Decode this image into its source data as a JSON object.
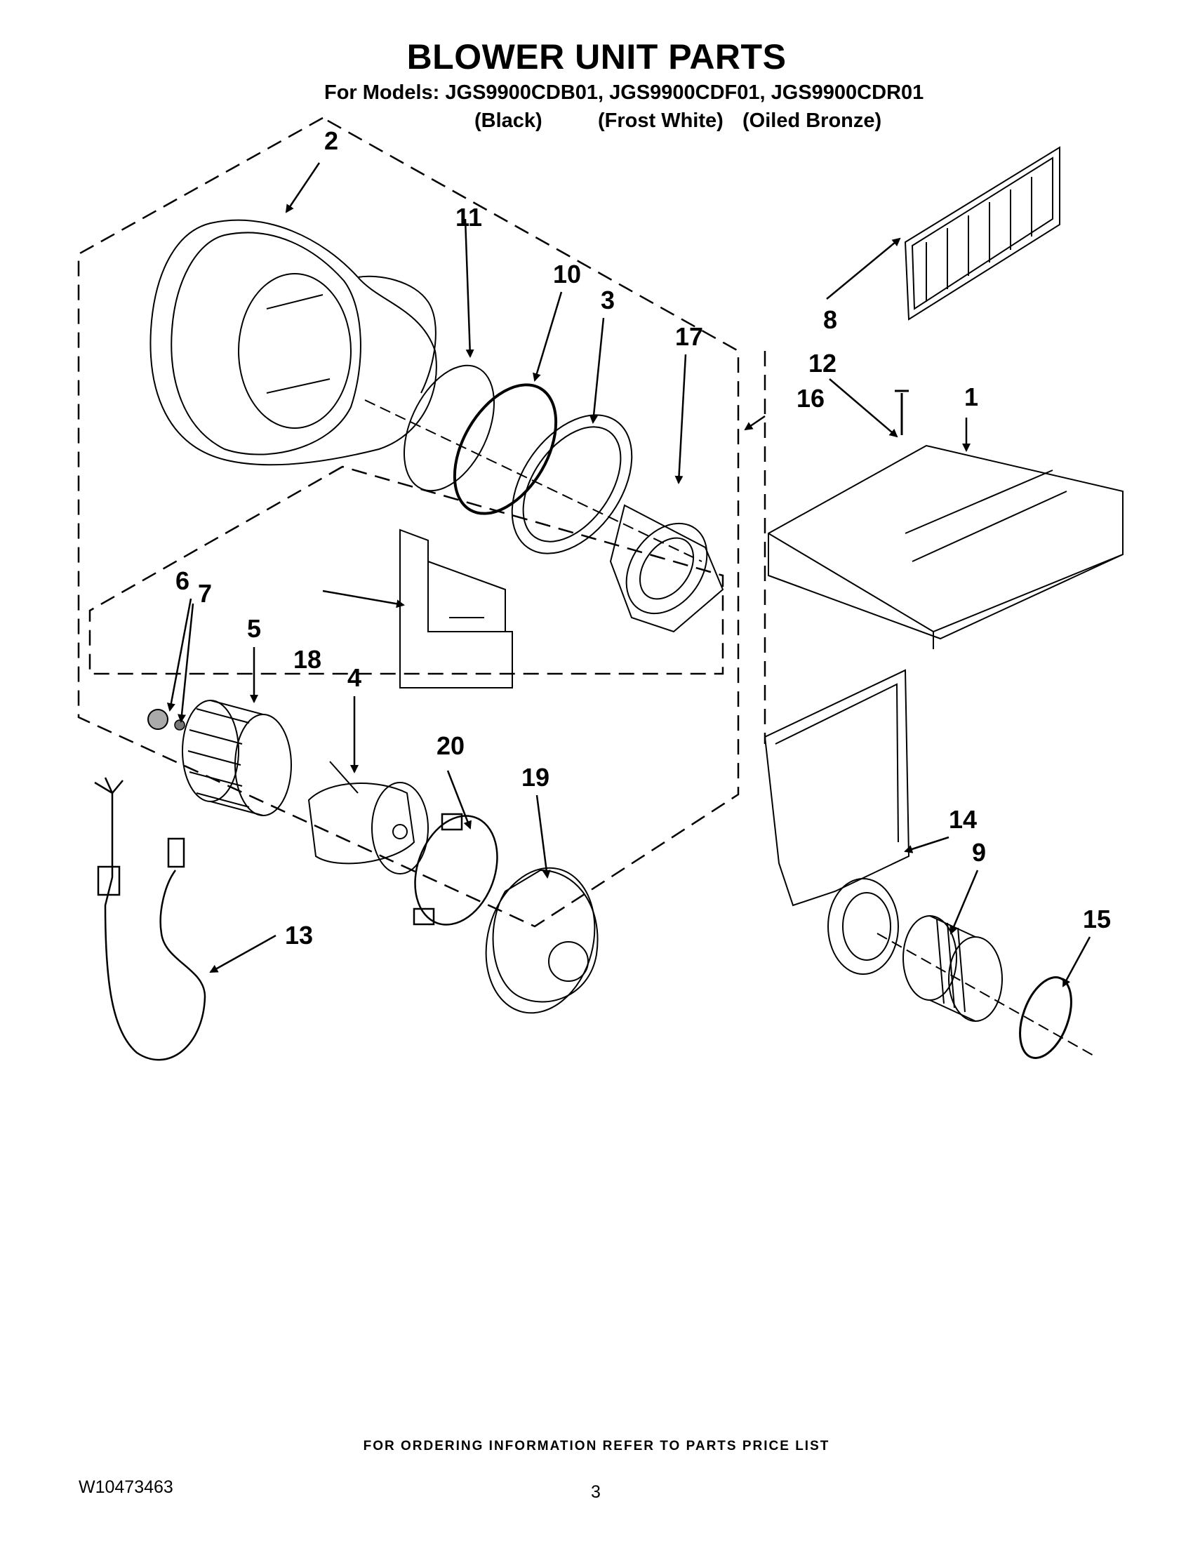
{
  "header": {
    "title": "BLOWER UNIT PARTS",
    "models_line": "For Models: JGS9900CDB01, JGS9900CDF01,  JGS9900CDR01",
    "finishes": [
      "(Black)",
      "(Frost White)",
      "(Oiled Bronze)"
    ]
  },
  "callouts": [
    "1",
    "2",
    "3",
    "4",
    "5",
    "6",
    "7",
    "8",
    "9",
    "10",
    "11",
    "12",
    "13",
    "14",
    "15",
    "16",
    "17",
    "18",
    "19",
    "20"
  ],
  "footer": {
    "ordering_note": "FOR ORDERING INFORMATION REFER TO PARTS PRICE LIST",
    "document_number": "W10473463",
    "page_number": "3"
  }
}
